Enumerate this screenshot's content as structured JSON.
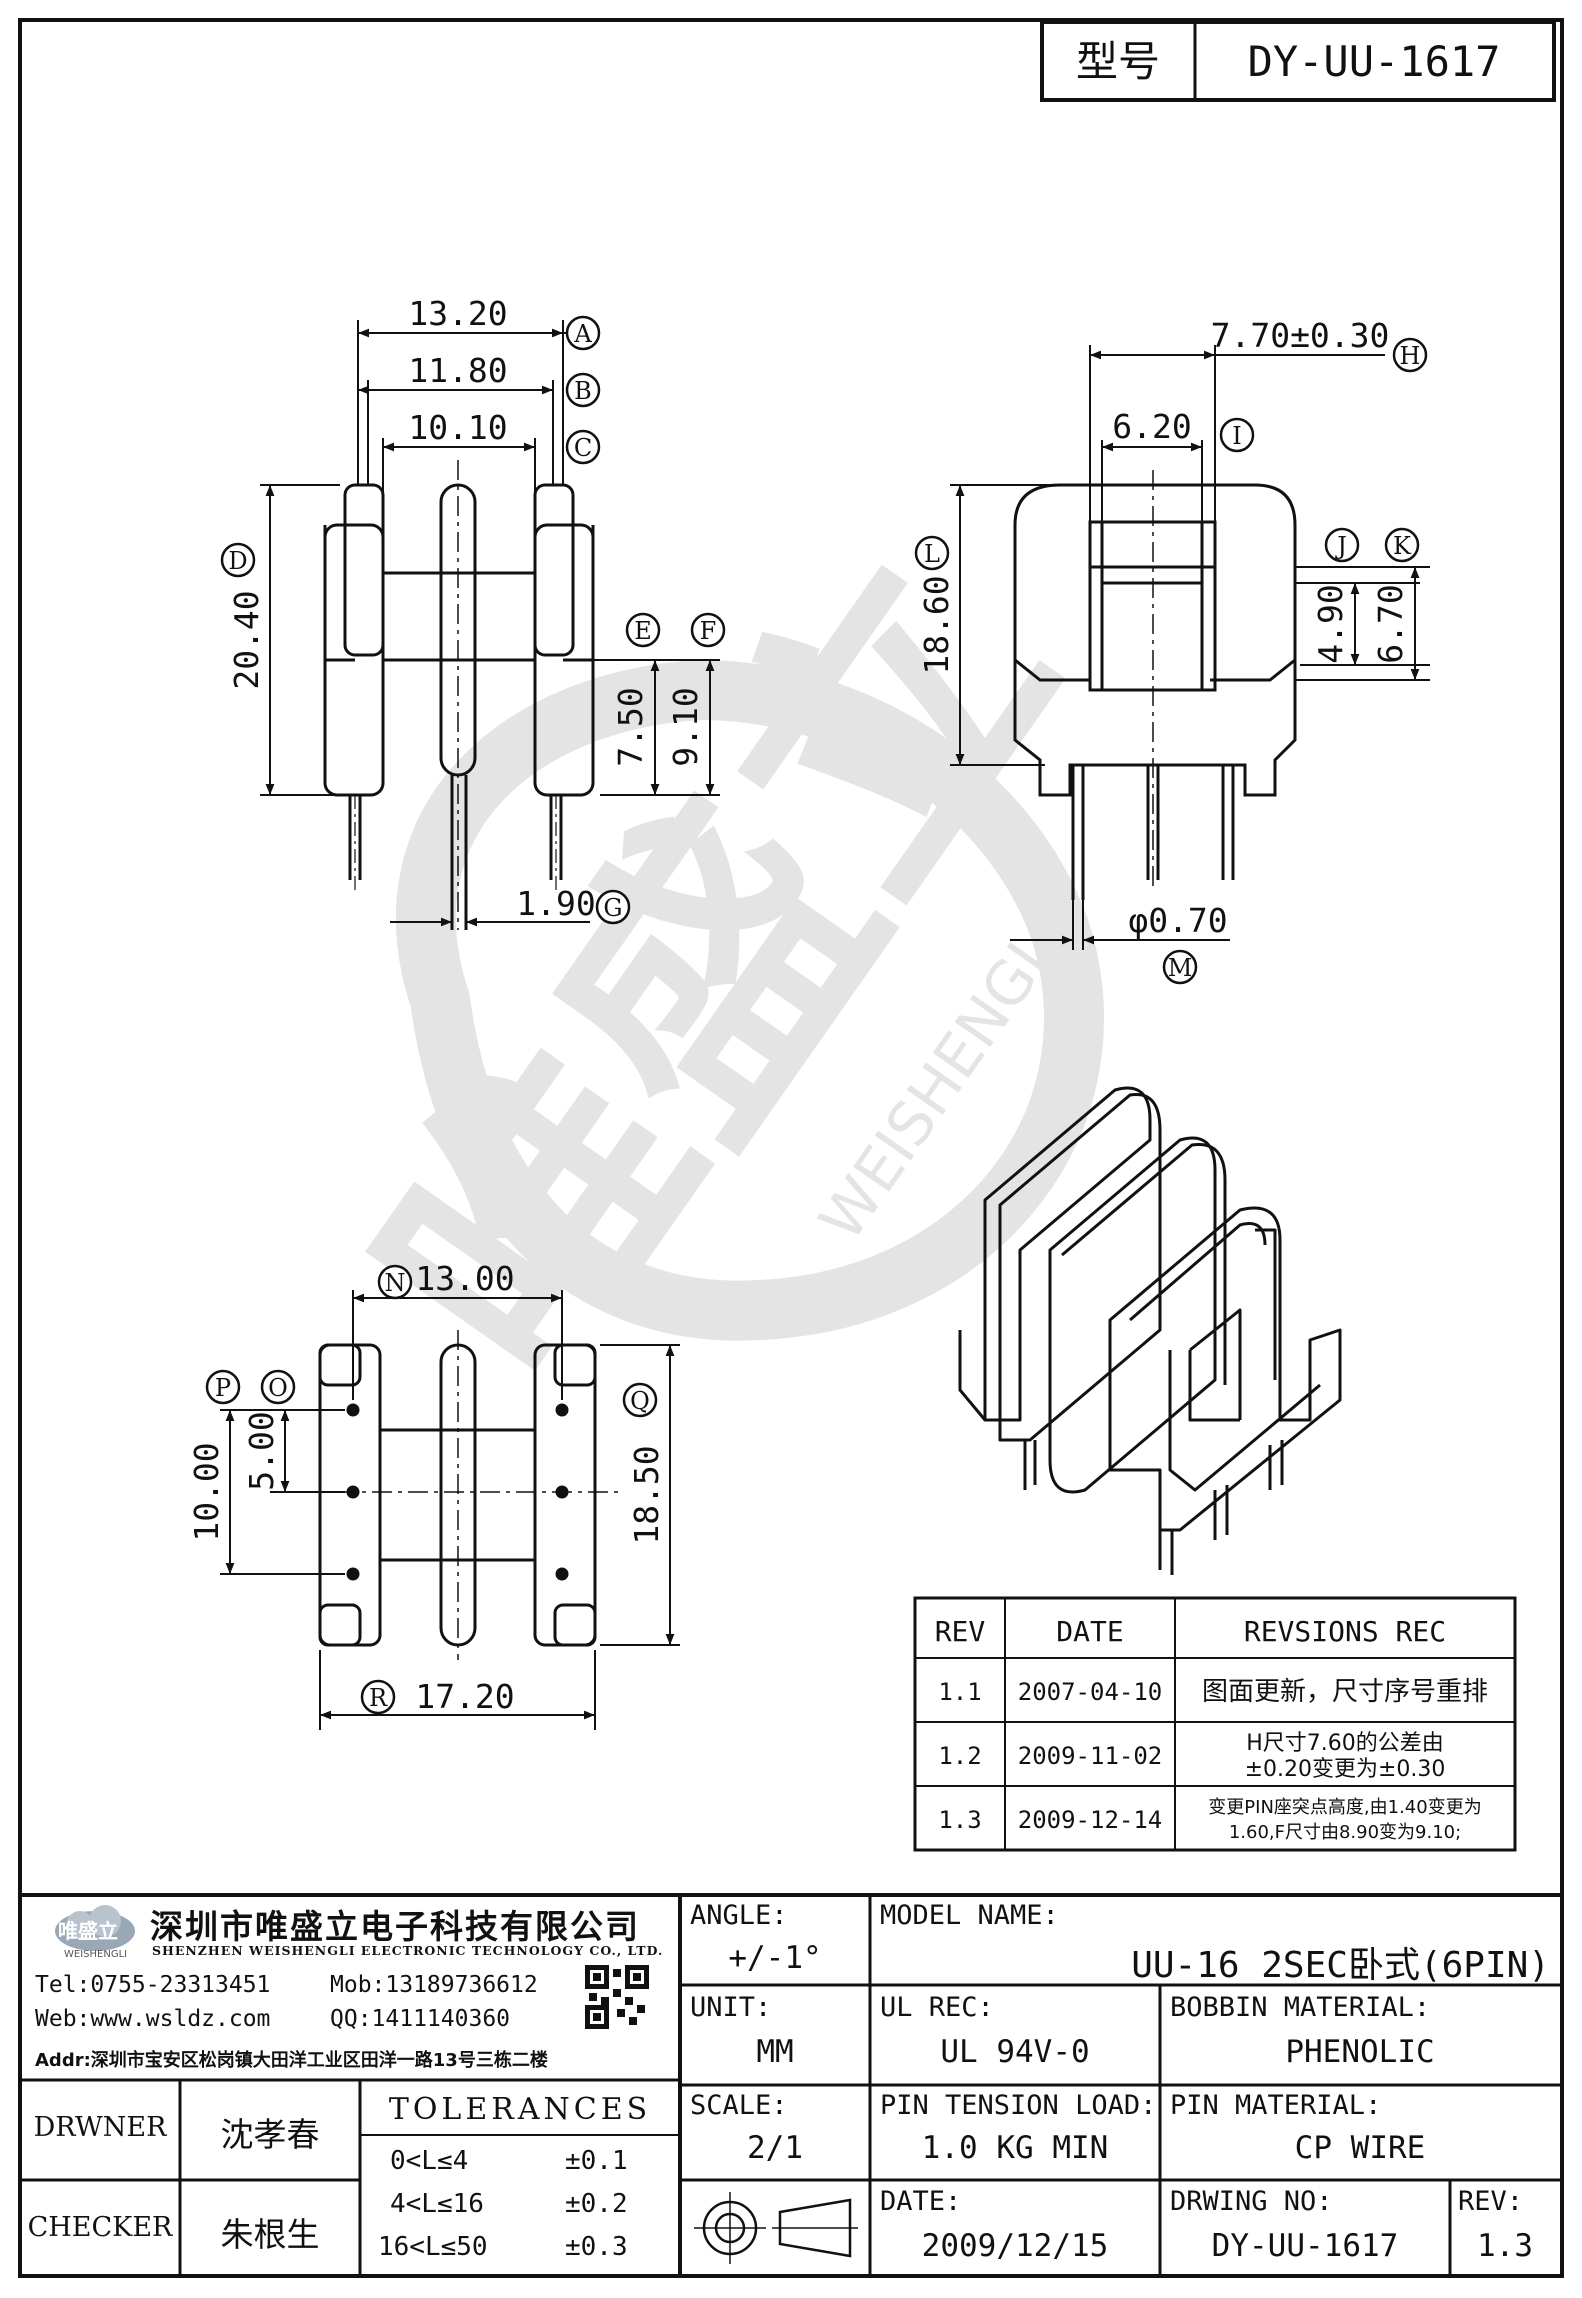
{
  "header": {
    "model_label": "型号",
    "model_value": "DY-UU-1617"
  },
  "dims_front": {
    "a_val": "13.20",
    "a_tag": "A",
    "b_val": "11.80",
    "b_tag": "B",
    "c_val": "10.10",
    "c_tag": "C",
    "d_val": "20.40",
    "d_tag": "D",
    "e_val": "7.50",
    "e_tag": "E",
    "f_val": "9.10",
    "f_tag": "F",
    "g_val": "1.90",
    "g_tag": "G"
  },
  "dims_side": {
    "h_val": "7.70±0.30",
    "h_tag": "H",
    "i_val": "6.20",
    "i_tag": "I",
    "j_val": "4.90",
    "j_tag": "J",
    "k_val": "6.70",
    "k_tag": "K",
    "l_val": "18.60",
    "l_tag": "L",
    "m_val": "φ0.70",
    "m_tag": "M"
  },
  "dims_bottom": {
    "n_val": "13.00",
    "n_tag": "N",
    "o_val": "5.00",
    "o_tag": "O",
    "p_val": "10.00",
    "p_tag": "P",
    "q_val": "18.50",
    "q_tag": "Q",
    "r_val": "17.20",
    "r_tag": "R"
  },
  "watermark": {
    "cn": "唯盛立",
    "en": "WEISHENGLI"
  },
  "revisions": {
    "headers": [
      "REV",
      "DATE",
      "REVSIONS REC"
    ],
    "rows": [
      {
        "rev": "1.1",
        "date": "2007-04-10",
        "rec1": "图面更新，尺寸序号重排",
        "rec2": ""
      },
      {
        "rev": "1.2",
        "date": "2009-11-02",
        "rec1": "H尺寸7.60的公差由",
        "rec2": "±0.20变更为±0.30"
      },
      {
        "rev": "1.3",
        "date": "2009-12-14",
        "rec1": "变更PIN座突点高度,由1.40变更为",
        "rec2": "1.60,F尺寸由8.90变为9.10;"
      }
    ]
  },
  "company": {
    "logo_cn": "唯盛立",
    "logo_en": "WEISHENGLI",
    "name_cn": "深圳市唯盛立电子科技有限公司",
    "name_en": "SHENZHEN WEISHENGLI ELECTRONIC TECHNOLOGY CO., LTD.",
    "tel": "Tel:0755-23313451",
    "mob": "Mob:13189736612",
    "web": "Web:www.wsldz.com",
    "qq": "QQ:1411140360",
    "addr": "Addr:深圳市宝安区松岗镇大田洋工业区田洋一路13号三栋二楼"
  },
  "title_block": {
    "angle_label": "ANGLE:",
    "angle_value": "+/-1°",
    "model_name_label": "MODEL NAME:",
    "model_name_value": "UU-16 2SEC卧式(6PIN)",
    "unit_label": "UNIT:",
    "unit_value": "MM",
    "ul_label": "UL REC:",
    "ul_value": "UL 94V-0",
    "bobbin_label": "BOBBIN MATERIAL:",
    "bobbin_value": "PHENOLIC",
    "scale_label": "SCALE:",
    "scale_value": "2/1",
    "pin_tension_label": "PIN TENSION LOAD:",
    "pin_tension_value": "1.0 KG MIN",
    "pin_material_label": "PIN MATERIAL:",
    "pin_material_value": "CP WIRE",
    "date_label": "DATE:",
    "date_value": "2009/12/15",
    "drawing_no_label": "DRWING NO:",
    "drawing_no_value": "DY-UU-1617",
    "rev_label": "REV:",
    "rev_value": "1.3",
    "drawer_label": "DRWNER",
    "drawer_value": "沈孝春",
    "checker_label": "CHECKER",
    "checker_value": "朱根生",
    "tolerances_label": "TOLERANCES",
    "tolerances": [
      {
        "range": "0<L≤4",
        "tol": "±0.1"
      },
      {
        "range": "4<L≤16",
        "tol": "±0.2"
      },
      {
        "range": "16<L≤50",
        "tol": "±0.3"
      }
    ]
  }
}
